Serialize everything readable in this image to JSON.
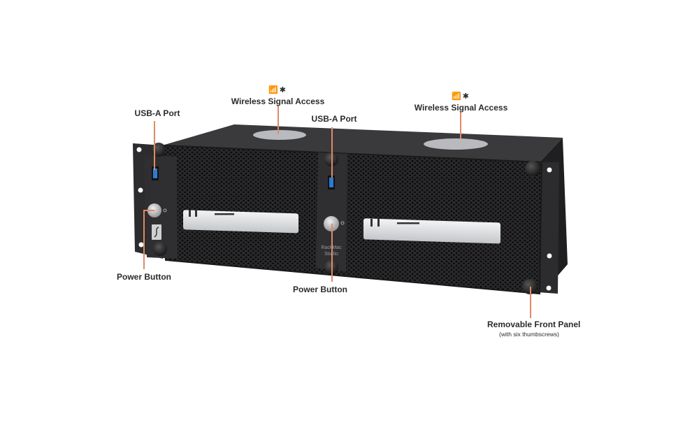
{
  "callouts": {
    "usb_left": "USB-A Port",
    "usb_center": "USB-A Port",
    "wireless_left": "Wireless Signal Access",
    "wireless_right": "Wireless Signal Access",
    "power_left": "Power Button",
    "power_center": "Power Button",
    "front_panel": "Removable Front Panel",
    "front_panel_sub": "(with six thumbscrews)"
  },
  "device_label": [
    "RackMac",
    "Studio"
  ],
  "colors": {
    "chassis": "#2e2e30",
    "chassis_dark": "#1b1b1d",
    "aluminum": "#d8dadc",
    "leader": "#e08a65"
  },
  "icons": [
    "wifi-icon",
    "bluetooth-icon",
    "power-icon",
    "usb-port-icon",
    "logo-icon"
  ]
}
